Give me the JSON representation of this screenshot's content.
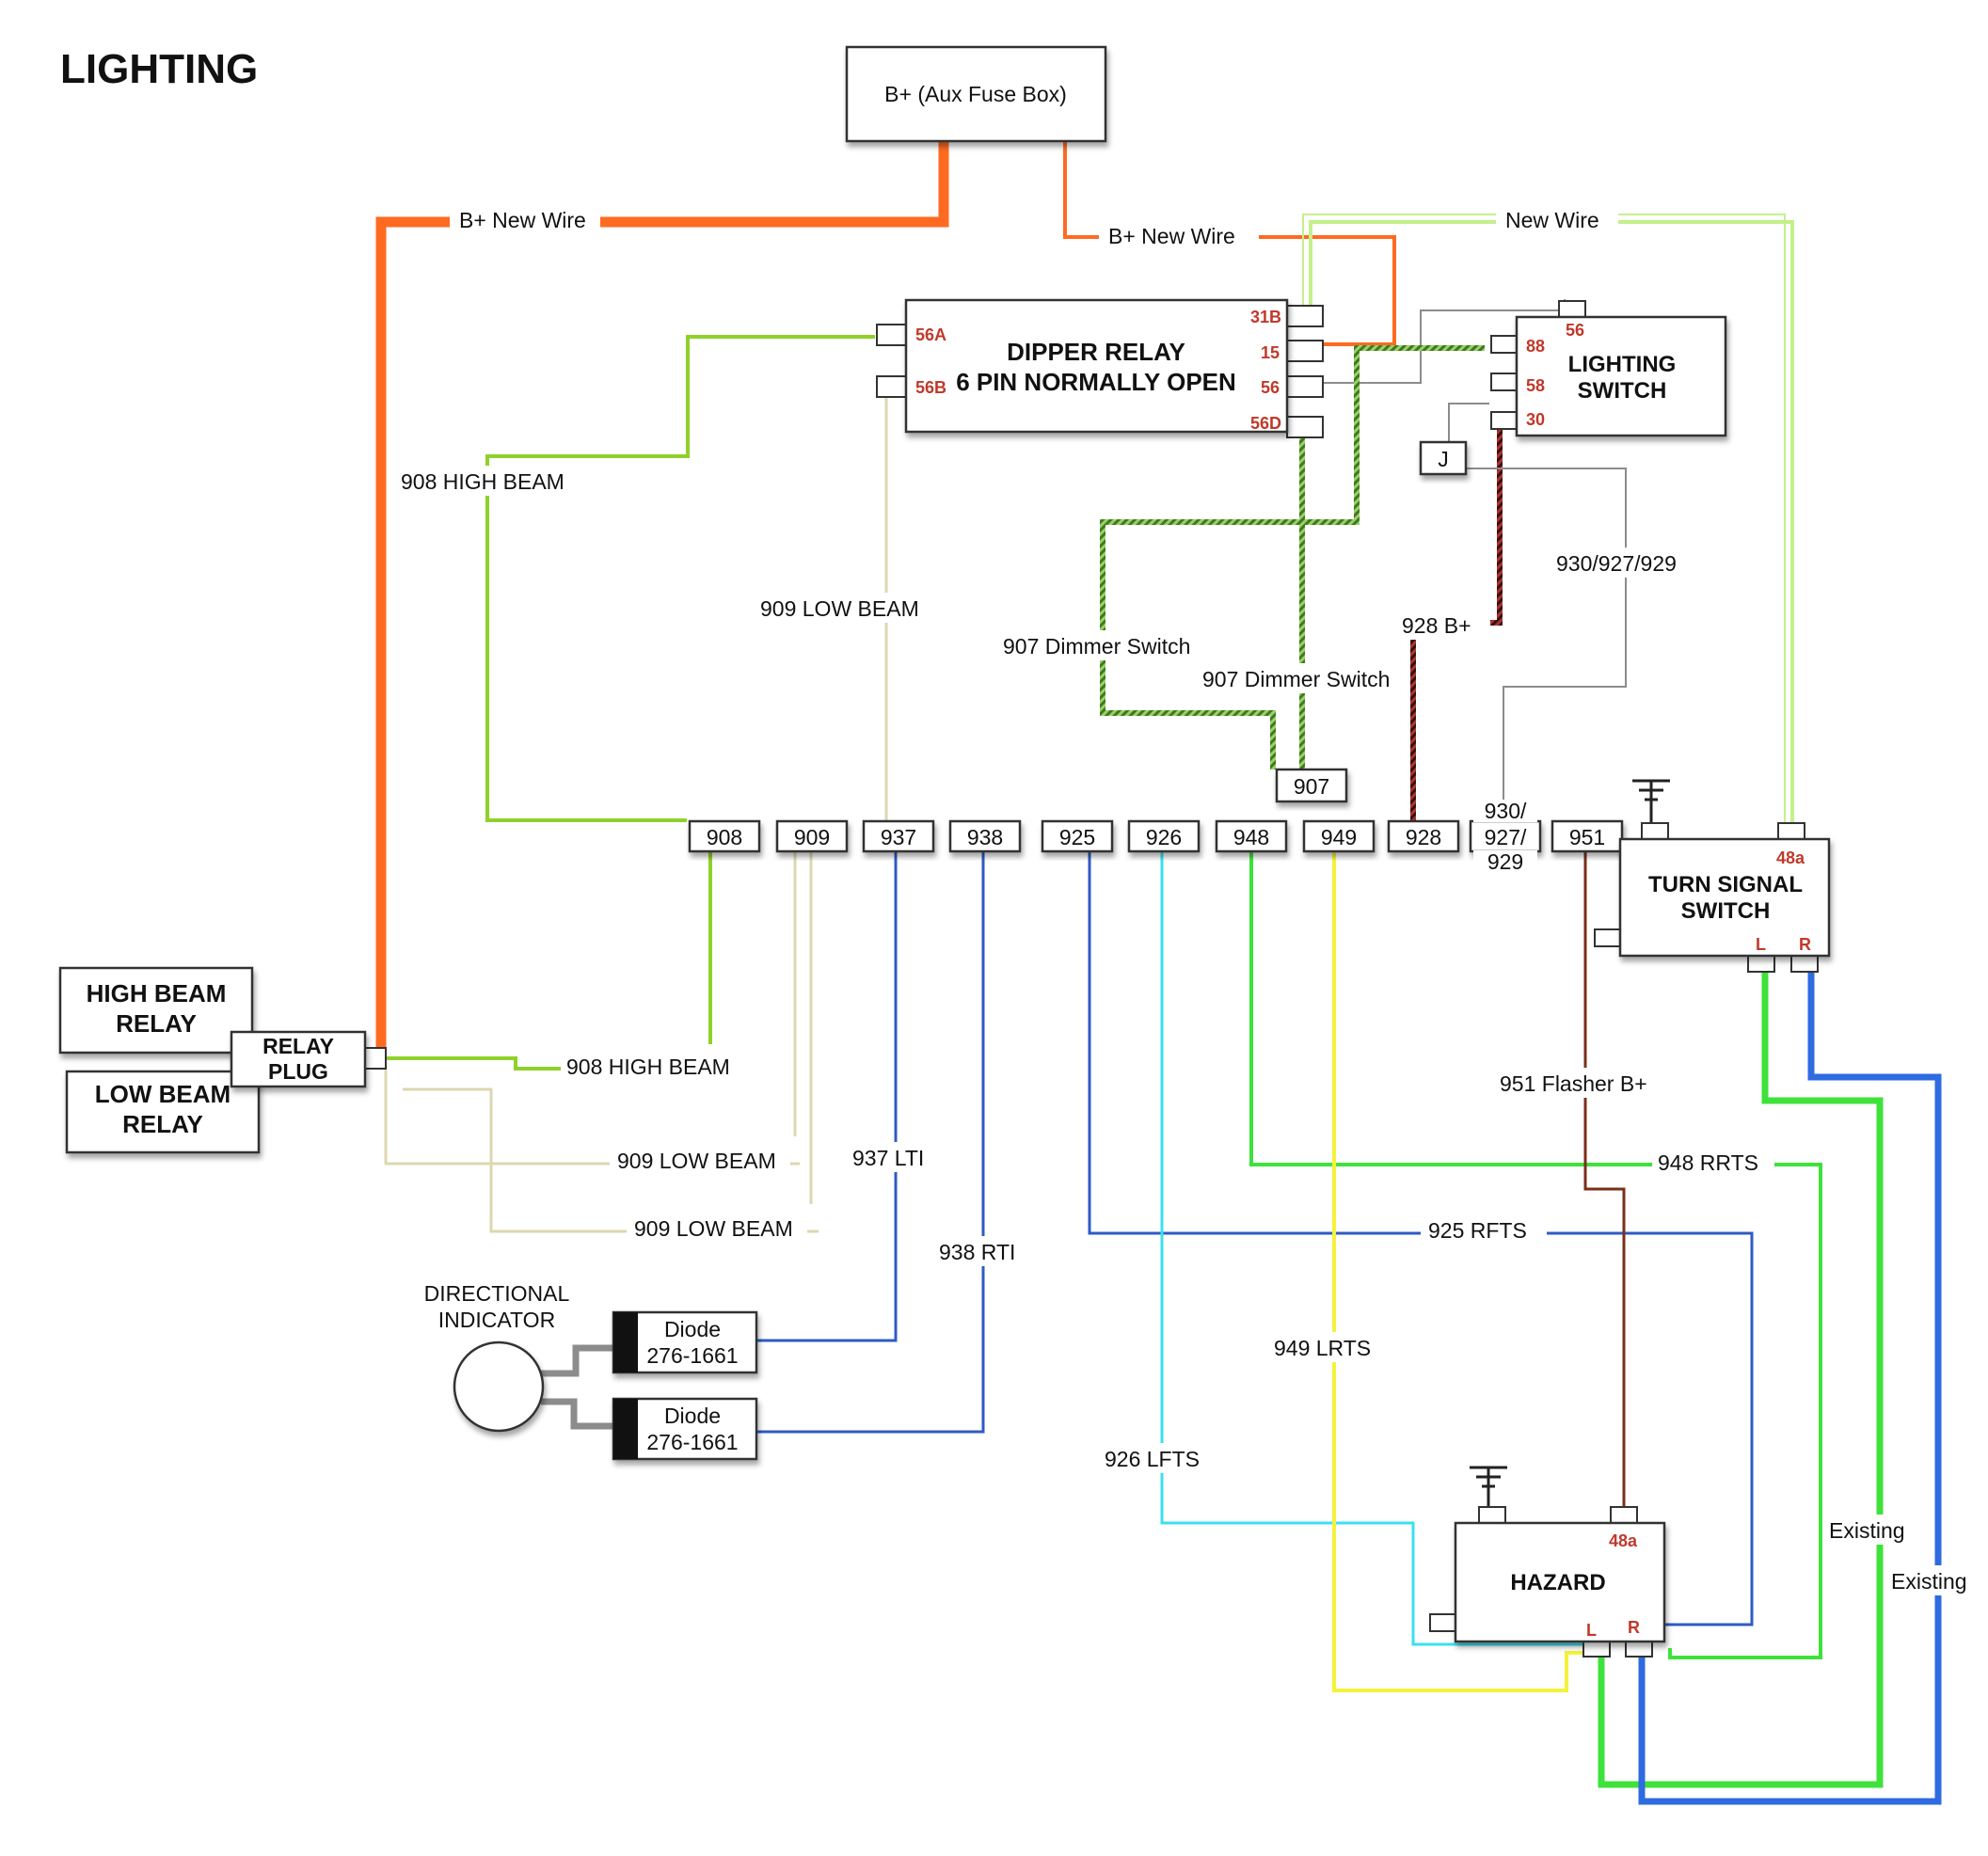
{
  "title": "LIGHTING",
  "colors": {
    "orange": "#ff6a21",
    "lime": "#8fd12a",
    "beige": "#ddd7b0",
    "blue": "#2e5bc4",
    "cyan": "#3ae0f0",
    "green": "#3ee23a",
    "yellow": "#f4f23a",
    "brown": "#7a2f18",
    "gray": "#8c8c8c",
    "pale_green": "#c4f08c",
    "red_label": "#c0392b"
  },
  "components": {
    "fuse_box": "B+ (Aux Fuse Box)",
    "dipper_relay": {
      "line1": "DIPPER RELAY",
      "line2": "6 PIN NORMALLY OPEN",
      "pins": [
        "56A",
        "56B",
        "31B",
        "15",
        "56",
        "56D"
      ]
    },
    "lighting_switch": {
      "line1": "LIGHTING",
      "line2": "SWITCH",
      "pins": [
        "56",
        "88",
        "58",
        "30"
      ]
    },
    "junction": "J",
    "turn_signal_switch": {
      "line1": "TURN SIGNAL",
      "line2": "SWITCH",
      "pins": [
        "48a",
        "L",
        "R"
      ]
    },
    "hazard": {
      "label": "HAZARD",
      "pins": [
        "48a",
        "L",
        "R"
      ]
    },
    "high_beam_relay": {
      "line1": "HIGH BEAM",
      "line2": "RELAY"
    },
    "low_beam_relay": {
      "line1": "LOW BEAM",
      "line2": "RELAY"
    },
    "relay_plug": {
      "line1": "RELAY",
      "line2": "PLUG"
    },
    "directional_indicator": {
      "line1": "DIRECTIONAL",
      "line2": "INDICATOR"
    },
    "diode1": {
      "line1": "Diode",
      "line2": "276-1661"
    },
    "diode2": {
      "line1": "Diode",
      "line2": "276-1661"
    },
    "connector_907": "907",
    "connector_930": {
      "line1": "930/",
      "line2": "927/",
      "line3": "929"
    }
  },
  "terminals": [
    "908",
    "909",
    "937",
    "938",
    "925",
    "926",
    "948",
    "949",
    "928",
    "951"
  ],
  "wire_labels": {
    "b_plus_new_wire_1": "B+ New Wire",
    "b_plus_new_wire_2": "B+ New Wire",
    "new_wire": "New Wire",
    "high_beam_908_top": "908 HIGH BEAM",
    "low_beam_909_top": "909 LOW BEAM",
    "dimmer_907_a": "907 Dimmer Switch",
    "dimmer_907_b": "907 Dimmer Switch",
    "b_plus_928": "928 B+",
    "wire_930_927_929": "930/927/929",
    "high_beam_908_bottom": "908 HIGH BEAM",
    "low_beam_909_a": "909 LOW BEAM",
    "low_beam_909_b": "909 LOW BEAM",
    "lti_937": "937 LTI",
    "rti_938": "938 RTI",
    "flasher_951": "951 Flasher B+",
    "rrts_948": "948 RRTS",
    "rfts_925": "925 RFTS",
    "lrts_949": "949 LRTS",
    "lfts_926": "926 LFTS",
    "existing_1": "Existing",
    "existing_2": "Existing"
  }
}
